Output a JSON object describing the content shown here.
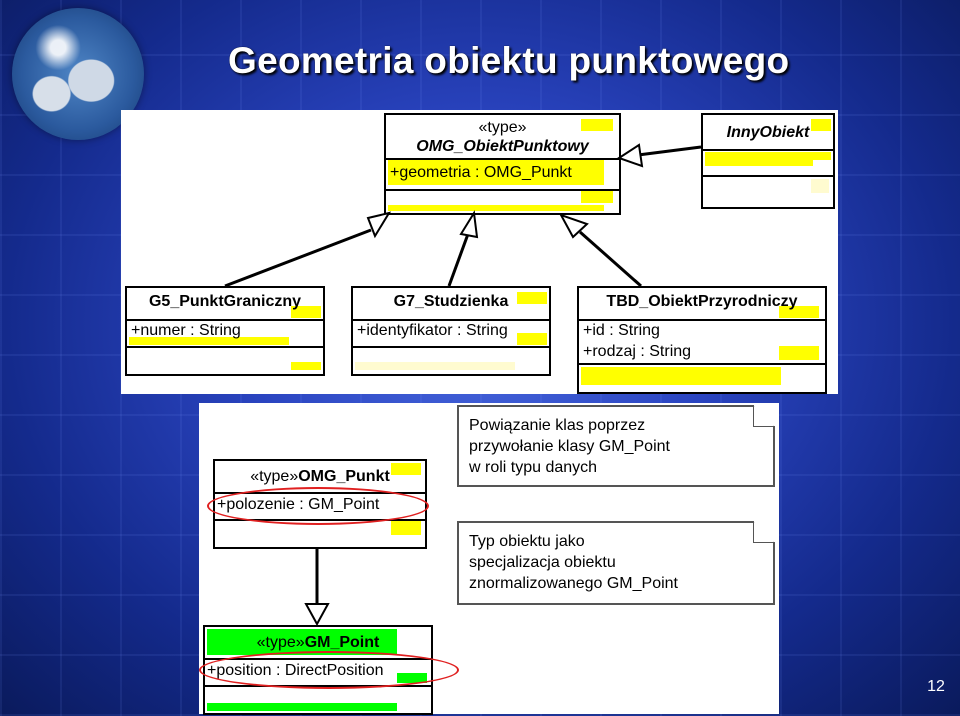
{
  "slide": {
    "title": "Geometria obiektu punktowego",
    "page_number": "12"
  },
  "upper_diagram": {
    "omg_obiekt": {
      "stereotype": "«type»",
      "name": "OMG_ObiektPunktowy",
      "attribute": "+geometria : OMG_Punkt"
    },
    "inny_obiekt": {
      "name": "InnyObiekt"
    },
    "g5": {
      "name": "G5_PunktGraniczny",
      "attribute": "+numer : String"
    },
    "g7": {
      "name": "G7_Studzienka",
      "attribute": "+identyfikator : String"
    },
    "tbd": {
      "name": "TBD_ObiektPrzyrodniczy",
      "attributes": [
        "+id : String",
        "+rodzaj : String"
      ]
    }
  },
  "lower_diagram": {
    "omg_punkt": {
      "stereotype": "«type»",
      "name": "OMG_Punkt",
      "attribute": "+polozenie : GM_Point"
    },
    "gm_point": {
      "stereotype": "«type»",
      "name": "GM_Point",
      "attribute": "+position : DirectPosition"
    },
    "note1": {
      "lines": [
        "Powiązanie klas poprzez",
        "przywołanie klasy GM_Point",
        "w roli typu danych"
      ]
    },
    "note2": {
      "lines": [
        "Typ obiektu jako",
        "specjalizacja obiektu",
        "znormalizowanego GM_Point"
      ]
    }
  },
  "colors": {
    "highlight_yellow": "#ffff00",
    "highlight_green": "#00ff00",
    "ellipse_red": "#e02020",
    "background_blue": "#2a44c0"
  }
}
